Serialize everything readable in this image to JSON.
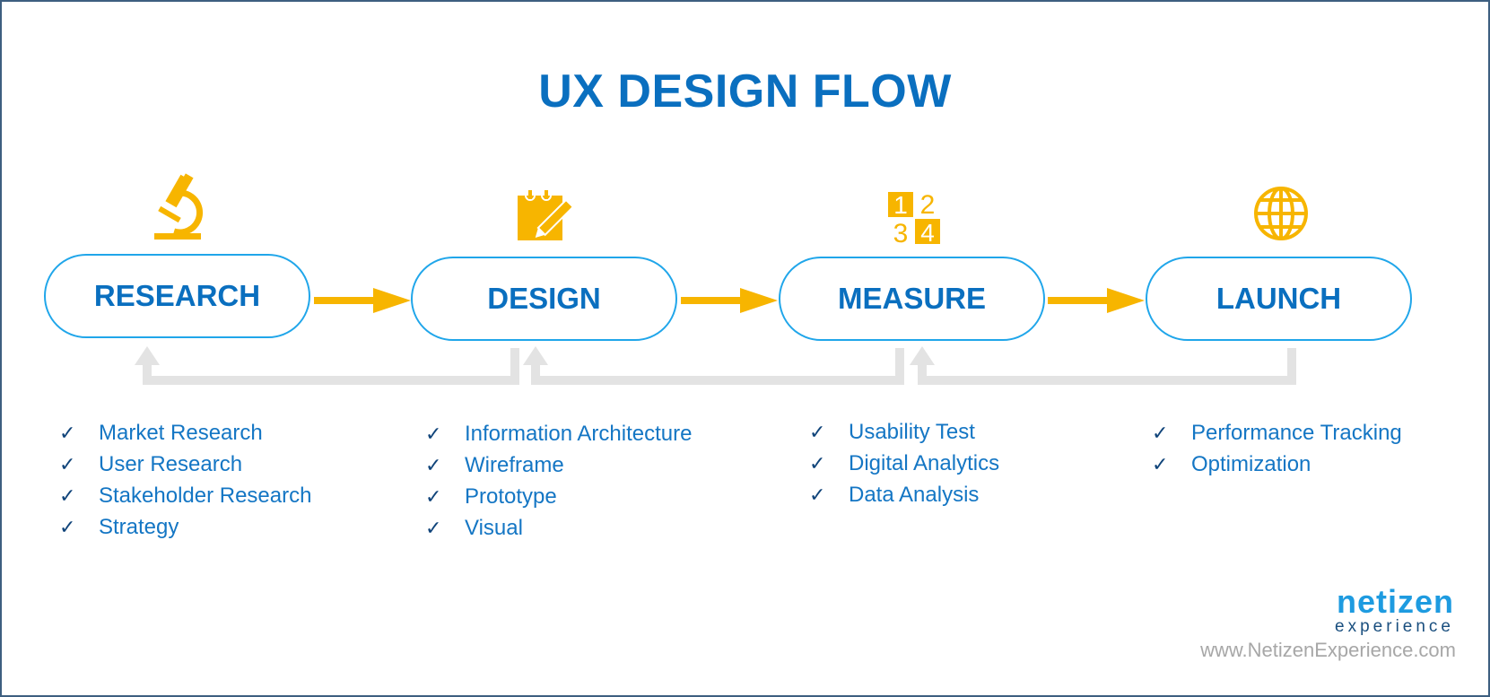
{
  "title": "UX DESIGN FLOW",
  "colors": {
    "accent_blue": "#0a6fbf",
    "pill_border": "#20a6ea",
    "arrow_yellow": "#f7b500",
    "feedback_gray": "#e3e3e3",
    "frame_border": "#3d5f80"
  },
  "stages": [
    {
      "label": "RESEARCH",
      "icon": "microscope-icon",
      "items": [
        "Market Research",
        "User Research",
        "Stakeholder Research",
        "Strategy"
      ]
    },
    {
      "label": "DESIGN",
      "icon": "notepad-pencil-icon",
      "items": [
        "Information Architecture",
        "Wireframe",
        "Prototype",
        "Visual"
      ]
    },
    {
      "label": "MEASURE",
      "icon": "numbers-icon",
      "icon_text": [
        "1",
        "2",
        "3",
        "4"
      ],
      "items": [
        "Usability Test",
        "Digital Analytics",
        "Data Analysis"
      ]
    },
    {
      "label": "LAUNCH",
      "icon": "globe-icon",
      "items": [
        "Performance Tracking",
        "Optimization"
      ]
    }
  ],
  "check_mark": "✓",
  "logo": {
    "main": "netizen",
    "sub": "experience"
  },
  "website": "www.NetizenExperience.com"
}
